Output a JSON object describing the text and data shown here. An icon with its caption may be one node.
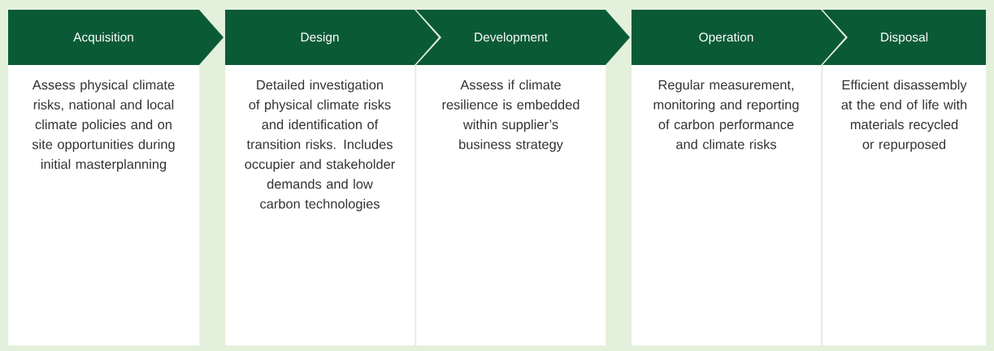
{
  "diagram": {
    "nodes": [
      {
        "text": [
          "Acquisition",
          "Assess physical climate risks, national and local climate policies and on site opportunities during initial masterplanning"
        ]
      },
      {
        "text": [
          "Design",
          "Detailed investigation of physical climate risks and identification of transition risks. Includes occupier and stakeholder demands and low carbon technologies"
        ]
      },
      {
        "text": [
          "Development",
          "Assess if climate resilience is embedded within supplier’s business strategy"
        ]
      },
      {
        "text": [
          "Operation",
          "Regular measurement, monitoring and reporting of carbon performance and climate risks"
        ]
      },
      {
        "text": [
          "Disposal",
          "Efficient disassembly at the end of life with materials recycled or repurposed"
        ]
      }
    ]
  }
}
